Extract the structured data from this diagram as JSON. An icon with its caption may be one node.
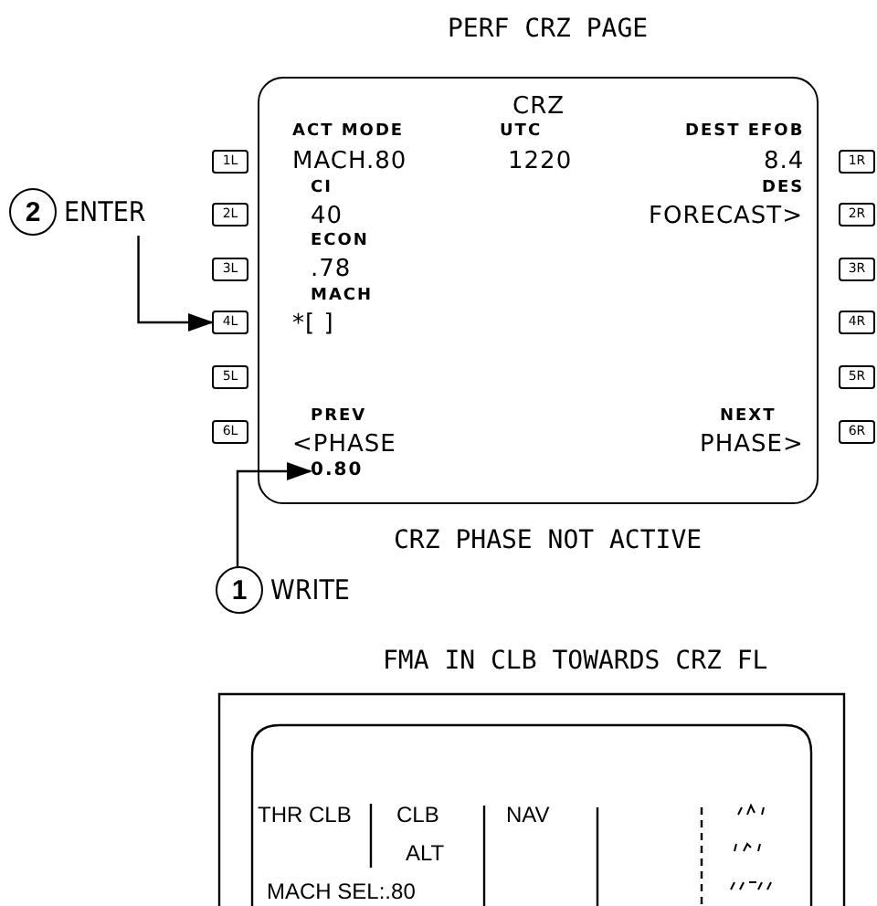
{
  "diagram": {
    "title": "PERF CRZ PAGE",
    "nodes": [
      {
        "text": [
          "2"
        ],
        "beside": [
          "ENTER"
        ]
      },
      {
        "text": [
          "1L"
        ]
      },
      {
        "text": [
          "2L"
        ]
      },
      {
        "text": [
          "3L"
        ]
      },
      {
        "text": [
          "4L"
        ]
      },
      {
        "text": [
          "5L"
        ]
      },
      {
        "text": [
          "6L"
        ]
      },
      {
        "text": [],
        "shape": "box"
      },
      {
        "text": [
          "0.80"
        ],
        "in": 7
      },
      {
        "text": [
          "1R"
        ]
      },
      {
        "text": [
          "2R"
        ]
      },
      {
        "text": [
          "3R"
        ]
      },
      {
        "text": [
          "4R"
        ]
      },
      {
        "text": [
          "5R"
        ]
      },
      {
        "text": [
          "6R"
        ]
      },
      {
        "text": [
          "1"
        ],
        "beside": [
          "WRITE"
        ]
      }
    ],
    "edges": [
      {
        "from": 0,
        "to": 4,
        "arrow": "to"
      },
      {
        "from": 15,
        "to": 8,
        "arrow": "to"
      }
    ],
    "labels": [
      "CRZ",
      "ACT MODE",
      "UTC",
      "DEST EFOB",
      "MACH.80",
      "1220",
      "8.4",
      "CI",
      "DES",
      "40",
      "FORECAST>",
      "ECON",
      ".78",
      "MACH",
      "*[ ]",
      "PREV",
      "NEXT",
      "<PHASE",
      "PHASE>",
      "CRZ PHASE NOT ACTIVE",
      "FMA IN CLB TOWARDS CRZ FL",
      "THR CLB",
      "CLB",
      "NAV",
      "ALT",
      "MACH SEL:.80"
    ]
  }
}
